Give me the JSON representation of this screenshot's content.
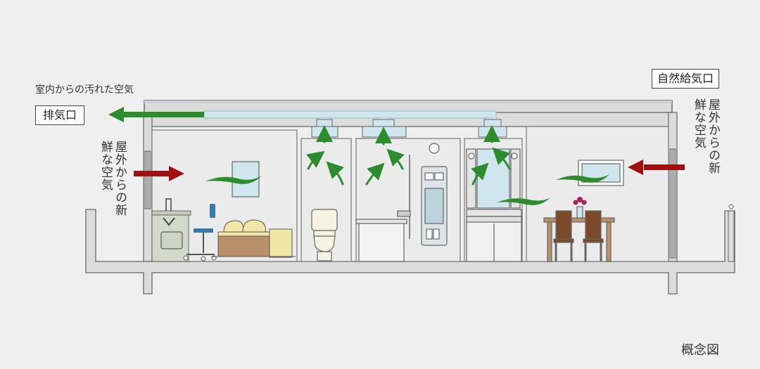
{
  "labels": {
    "exhaust_caption": "室内からの汚れた空気",
    "exhaust_outlet": "排気口",
    "supply_outlet": "自然給気口",
    "fresh_air_left": "屋外からの新鮮な空気",
    "fresh_air_right": "屋外からの新鮮な空気",
    "figure_note": "概念図"
  },
  "colors": {
    "background": "#efefef",
    "wall": "#dcdcdc",
    "wall_line": "#666666",
    "room": "#e8e8e8",
    "duct": "#cfe6ef",
    "flow_arrow": "#2e8b2e",
    "fresh_arrow": "#a01010",
    "wood": "#b8906a",
    "cushion": "#f2e6a6"
  },
  "icons": [
    "exhaust-arrow",
    "fresh-air-arrow",
    "airflow-arrow",
    "air-wave",
    "ceiling-vent"
  ]
}
